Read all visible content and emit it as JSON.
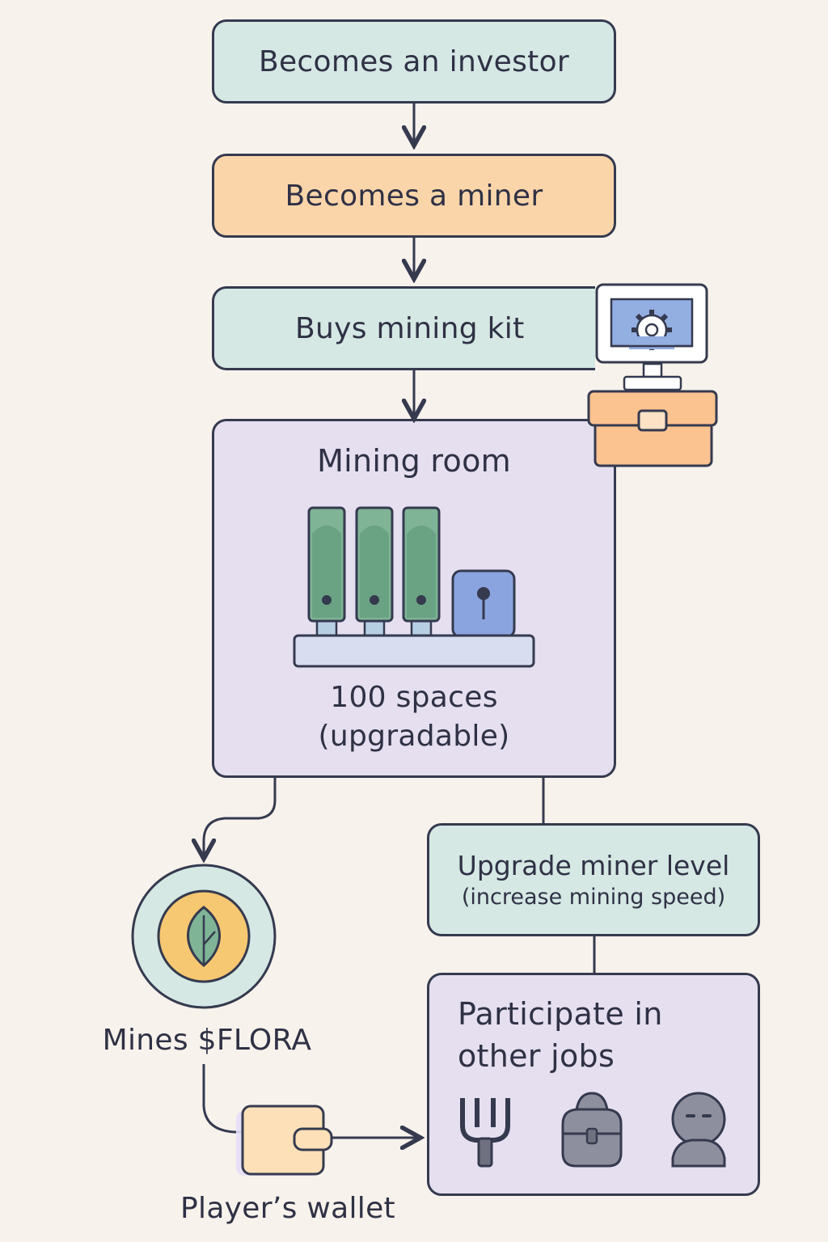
{
  "steps": {
    "investor": "Becomes an investor",
    "miner": "Becomes a miner",
    "kit": "Buys mining kit"
  },
  "mining_room": {
    "title": "Mining room",
    "capacity": "100 spaces",
    "note": "(upgradable)"
  },
  "upgrade": {
    "title": "Upgrade miner level",
    "subtitle": "(increase mining speed)"
  },
  "flora": {
    "label": "Mines $FLORA"
  },
  "wallet": {
    "label": "Player’s wallet"
  },
  "jobs": {
    "title_line1": "Participate in",
    "title_line2": "other jobs",
    "icons": [
      "fork-icon",
      "backpack-icon",
      "worker-icon"
    ]
  },
  "colors": {
    "background": "#f8f2ec",
    "teal": "#d5e8e4",
    "orange": "#fbd5aa",
    "lavender": "#e5dff0",
    "outline": "#353a4f"
  }
}
